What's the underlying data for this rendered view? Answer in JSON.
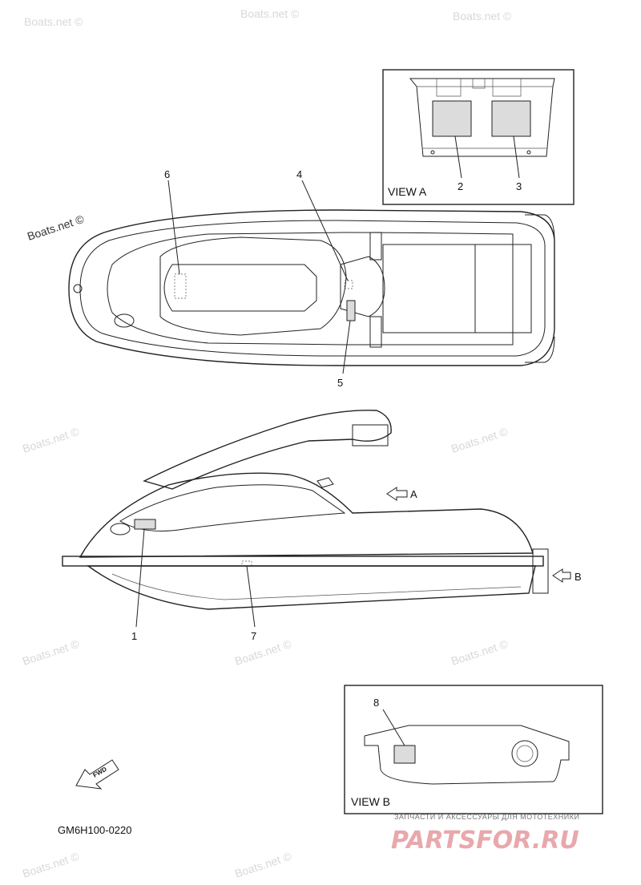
{
  "watermark": "Boats.net ©",
  "callouts": {
    "c1": "1",
    "c2": "2",
    "c3": "3",
    "c4": "4",
    "c5": "5",
    "c6": "6",
    "c7": "7",
    "c8": "8"
  },
  "views": {
    "view_a": "VIEW A",
    "view_b": "VIEW B",
    "arrow_a": "A",
    "arrow_b": "B"
  },
  "fwd_label": "FWD",
  "part_code": "GM6H100-0220",
  "footer": {
    "tagline": "ЗАПЧАСТИ И АКСЕССУАРЫ ДЛЯ МОТОТЕХНИКИ",
    "brand": "PARTSFOR.RU"
  },
  "colors": {
    "line": "#222222",
    "watermark": "#d8d8d8",
    "brand": "#e8a8ac"
  }
}
